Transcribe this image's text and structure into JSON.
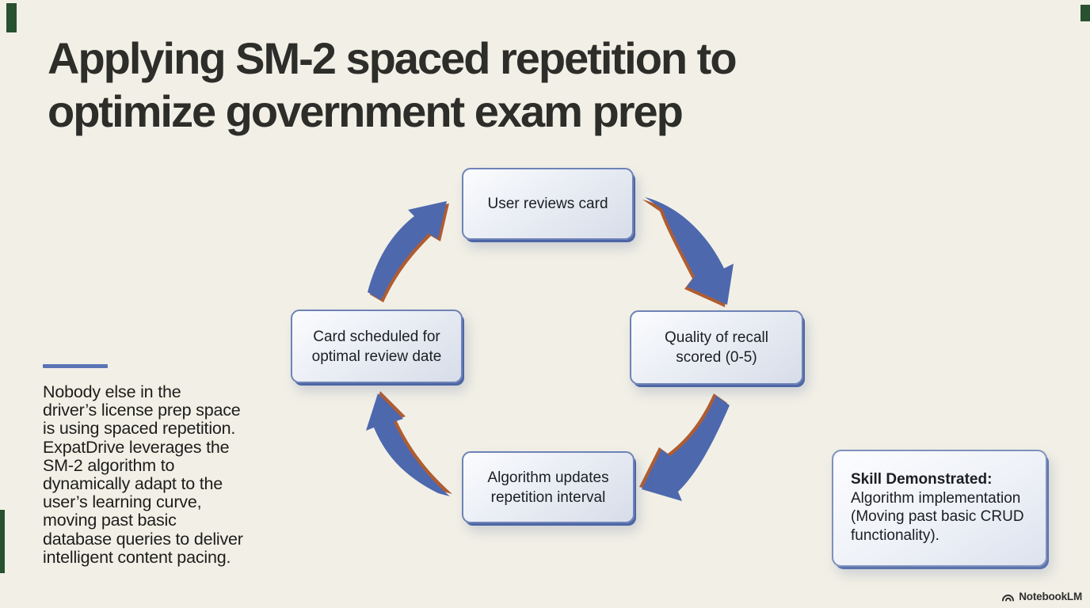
{
  "page": {
    "colors": {
      "bg": "#f2f0e6",
      "green": "#27512f",
      "blue_accent": "#5b74b6",
      "arrow_blue": "#4e68ae",
      "arrow_orange": "#b05c30"
    }
  },
  "title": {
    "lines": [
      "Applying SM-2 spaced repetition to",
      "optimize government exam prep"
    ],
    "full": "Applying SM-2 spaced repetition to optimize government exam prep"
  },
  "cycle": {
    "nodes": [
      {
        "id": "user-reviews",
        "lines": [
          "User reviews card"
        ],
        "label": "User reviews card"
      },
      {
        "id": "quality-scored",
        "lines": [
          "Quality of recall",
          "scored (0-5)"
        ],
        "label": "Quality of recall scored (0-5)"
      },
      {
        "id": "algorithm-updates",
        "lines": [
          "Algorithm updates",
          "repetition interval"
        ],
        "label": "Algorithm updates repetition interval"
      },
      {
        "id": "card-scheduled",
        "lines": [
          "Card scheduled for",
          "optimal review date"
        ],
        "label": "Card scheduled for optimal review date"
      }
    ],
    "edges": [
      {
        "from": "user-reviews",
        "to": "quality-scored"
      },
      {
        "from": "quality-scored",
        "to": "algorithm-updates"
      },
      {
        "from": "algorithm-updates",
        "to": "card-scheduled"
      },
      {
        "from": "card-scheduled",
        "to": "user-reviews"
      }
    ]
  },
  "sidebar_note": {
    "lines": [
      "Nobody else in the",
      "driver’s license prep space",
      "is using spaced repetition.",
      "ExpatDrive leverages the",
      "SM-2 algorithm to",
      "dynamically adapt to the",
      "user’s learning curve,",
      "moving past basic",
      "database queries to deliver",
      "intelligent content pacing."
    ]
  },
  "skill_card": {
    "heading": "Skill Demonstrated:",
    "body_lines": [
      "Algorithm implementation",
      "(Moving past basic CRUD",
      "functionality)."
    ]
  },
  "watermark": {
    "label": "NotebookLM"
  }
}
